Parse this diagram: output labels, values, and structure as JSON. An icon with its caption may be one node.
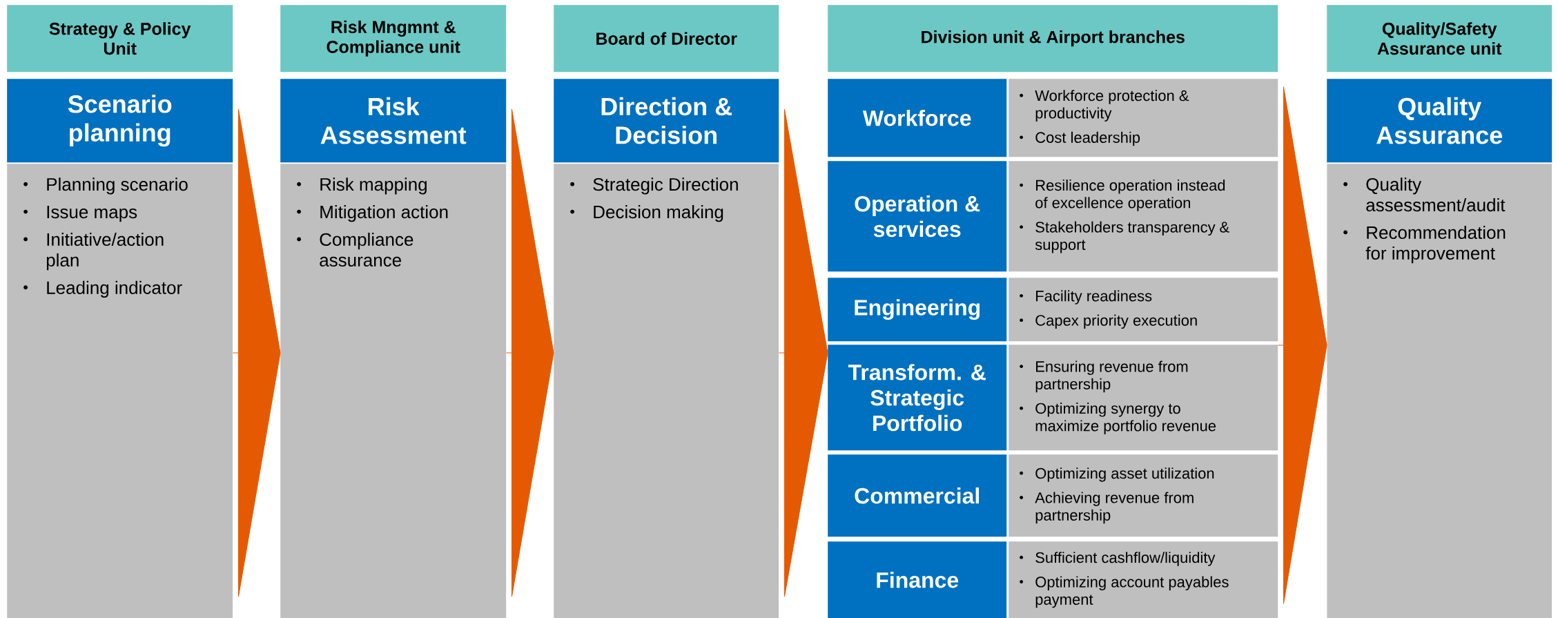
{
  "diagram": {
    "nodes": [
      {
        "text": [
          "Strategy & Policy Unit"
        ]
      },
      {
        "text": [
          "Scenario planning"
        ]
      },
      {
        "text": [
          "Planning scenario",
          "Issue maps",
          "Initiative/action plan",
          "Leading indicator"
        ]
      },
      {
        "text": [
          "Risk Mngmnt & Compliance unit"
        ]
      },
      {
        "text": [
          "Risk Assessment"
        ]
      },
      {
        "text": [
          "Risk mapping",
          "Mitigation action",
          "Compliance assurance"
        ]
      },
      {
        "text": [
          "Board of Director"
        ]
      },
      {
        "text": [
          "Direction & Decision"
        ]
      },
      {
        "text": [
          "Strategic Direction",
          "Decision making"
        ]
      },
      {
        "text": [
          "Division unit & Airport branches"
        ]
      },
      {
        "text": [
          "Workforce"
        ]
      },
      {
        "text": [
          "Workforce protection & productivity",
          "Cost leadership"
        ]
      },
      {
        "text": [
          "Operation & services"
        ]
      },
      {
        "text": [
          "Resilience operation instead of excellence operation",
          "Stakeholders transparency & support"
        ]
      },
      {
        "text": [
          "Engineering"
        ]
      },
      {
        "text": [
          "Facility readiness",
          "Capex priority execution"
        ]
      },
      {
        "text": [
          "Transform. & Strategic Portfolio"
        ]
      },
      {
        "text": [
          "Ensuring revenue from partnership",
          "Optimizing synergy to maximize portfolio revenue"
        ]
      },
      {
        "text": [
          "Commercial"
        ]
      },
      {
        "text": [
          "Optimizing asset utilization",
          "Achieving revenue from partnership"
        ]
      },
      {
        "text": [
          "Finance"
        ]
      },
      {
        "text": [
          "Sufficient cashflow/liquidity",
          "Optimizing account payables payment"
        ]
      },
      {
        "text": [
          "Quality/Safety Assurance unit"
        ]
      },
      {
        "text": [
          "Quality Assurance"
        ]
      },
      {
        "text": [
          "Quality assessment/audit",
          "Recommendation for improvement"
        ]
      }
    ],
    "edges": [
      {
        "from": 2,
        "to": 5,
        "arrow": "to"
      },
      {
        "from": 5,
        "to": 8,
        "arrow": "to"
      },
      {
        "from": 8,
        "to": 16,
        "arrow": "to"
      },
      {
        "from": 17,
        "to": 24,
        "arrow": "to"
      }
    ]
  }
}
